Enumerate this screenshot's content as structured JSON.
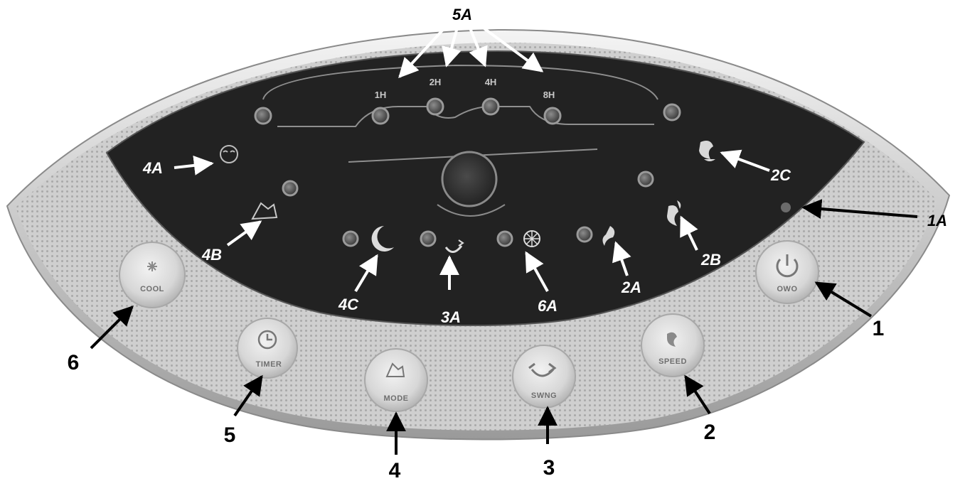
{
  "timer_labels": [
    "1H",
    "2H",
    "4H",
    "8H"
  ],
  "buttons": {
    "power": "OWO",
    "speed": "SPEED",
    "swing": "SWNG",
    "mode": "MODE",
    "timer": "TIMER",
    "cool": "COOL"
  },
  "callouts": {
    "c5a": "5A",
    "c4a": "4A",
    "c4b": "4B",
    "c4c": "4C",
    "c3a": "3A",
    "c6a": "6A",
    "c2a": "2A",
    "c2b": "2B",
    "c2c": "2C",
    "c1a": "1A"
  },
  "numbers": {
    "n1": "1",
    "n2": "2",
    "n3": "3",
    "n4": "4",
    "n5": "5",
    "n6": "6"
  }
}
